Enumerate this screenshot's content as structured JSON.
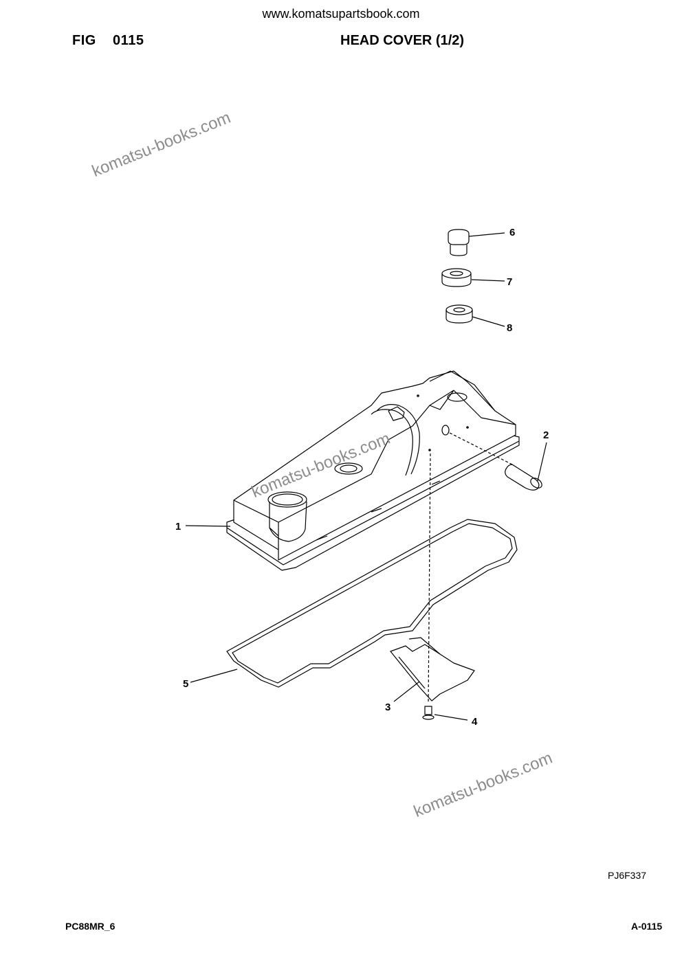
{
  "header": {
    "site_url": "www.komatsupartsbook.com",
    "fig_label": "FIG    0115",
    "title": "HEAD COVER (1/2)"
  },
  "watermarks": [
    "komatsu-books.com",
    "komatsu-books.com",
    "komatsu-books.com"
  ],
  "callouts": {
    "c1": "1",
    "c2": "2",
    "c3": "3",
    "c4": "4",
    "c5": "5",
    "c6": "6",
    "c7": "7",
    "c8": "8"
  },
  "drawing_code": "PJ6F337",
  "footer": {
    "model": "PC88MR_6",
    "page": "A-0115"
  }
}
